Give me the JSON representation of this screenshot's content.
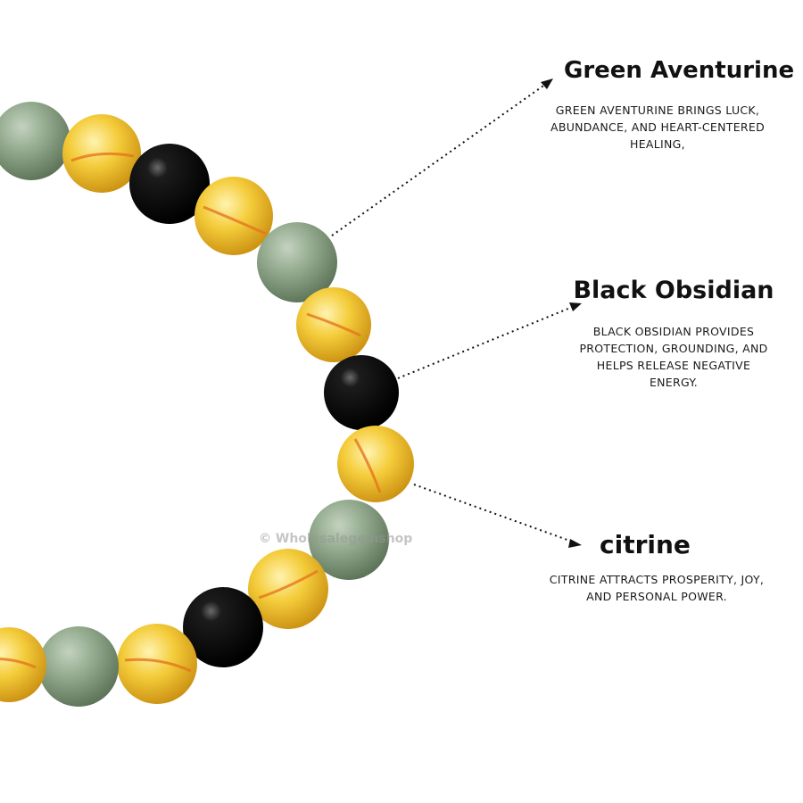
{
  "gemstones": [
    {
      "name": "Green Aventurine",
      "description": "GREEN AVENTURINE BRINGS LUCK, ABUNDANCE, AND HEART-CENTERED HEALING,"
    },
    {
      "name": "Black Obsidian",
      "description": "BLACK OBSIDIAN PROVIDES PROTECTION, GROUNDING, AND HELPS RELEASE NEGATIVE ENERGY."
    },
    {
      "name": "citrine",
      "description": "CITRINE ATTRACTS PROSPERITY, JOY, AND PERSONAL POWER."
    }
  ],
  "watermark": "© Wholesalegemshop",
  "colors": {
    "aventurine": "#8fa88a",
    "obsidian": "#0d0d0d",
    "citrine": "#f2c22e",
    "text": "#111111"
  }
}
